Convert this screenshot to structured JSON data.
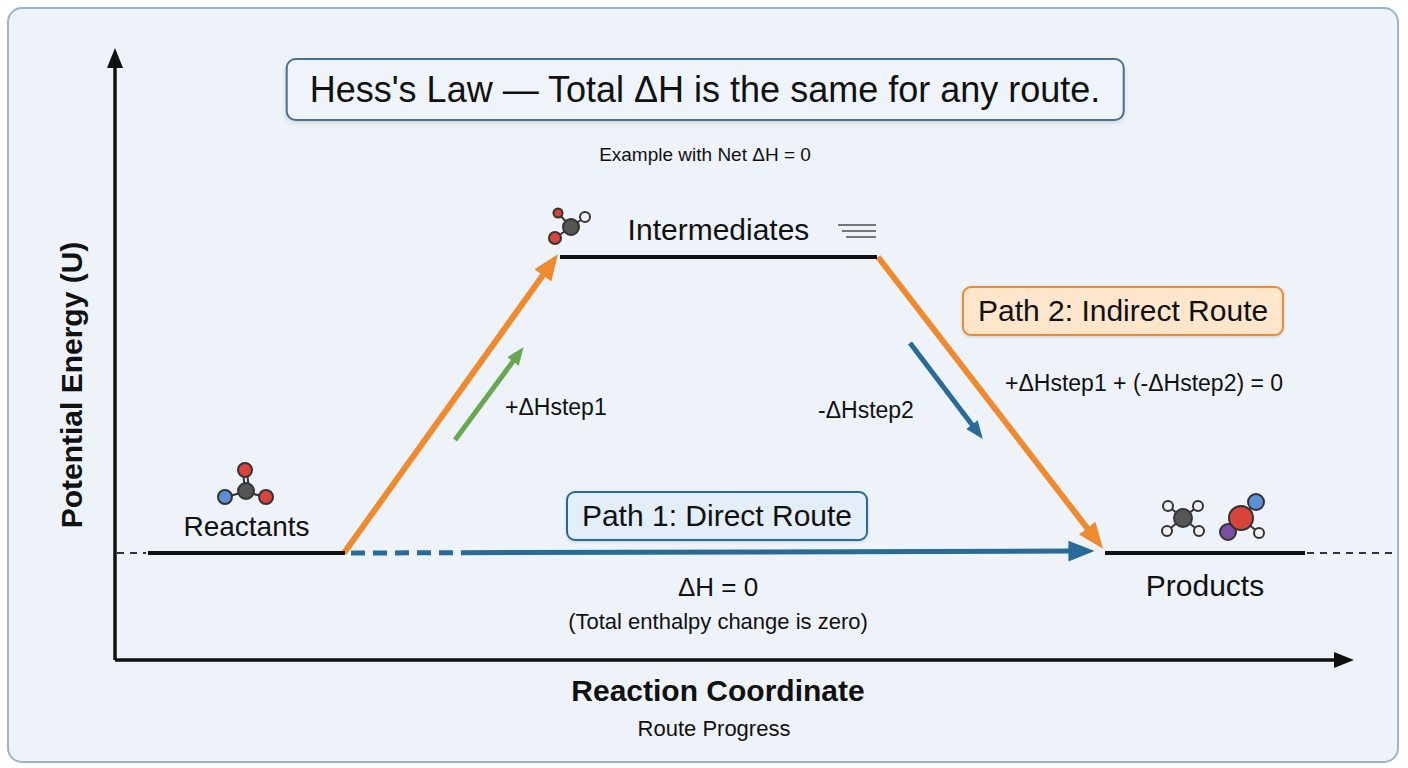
{
  "diagram": {
    "title": "Hess's Law — Total ΔH is the same for any route.",
    "nodes": [
      {
        "text": [
          "Reactants"
        ]
      },
      {
        "text": [
          "Intermediates"
        ]
      },
      {
        "text": [
          "Products"
        ]
      },
      {
        "text": [
          "Path 2: Indirect Route"
        ]
      },
      {
        "text": [
          "Path 1: Direct Route"
        ]
      }
    ],
    "edges": [
      {
        "from": 0,
        "to": 1,
        "arrow": "to"
      },
      {
        "from": 1,
        "to": 2,
        "arrow": "to"
      },
      {
        "from": 0,
        "to": 2,
        "arrow": "to"
      }
    ],
    "labels": [
      "Example with Net ΔH = 0",
      "Potential Energy (U)",
      "Reaction Coordinate",
      "Route Progress",
      "+ΔHstep1",
      "-ΔHstep2",
      "+ΔHstep1 + (-ΔHstep2) = 0",
      "ΔH = 0",
      "(Total enthalpy change is zero)"
    ]
  }
}
